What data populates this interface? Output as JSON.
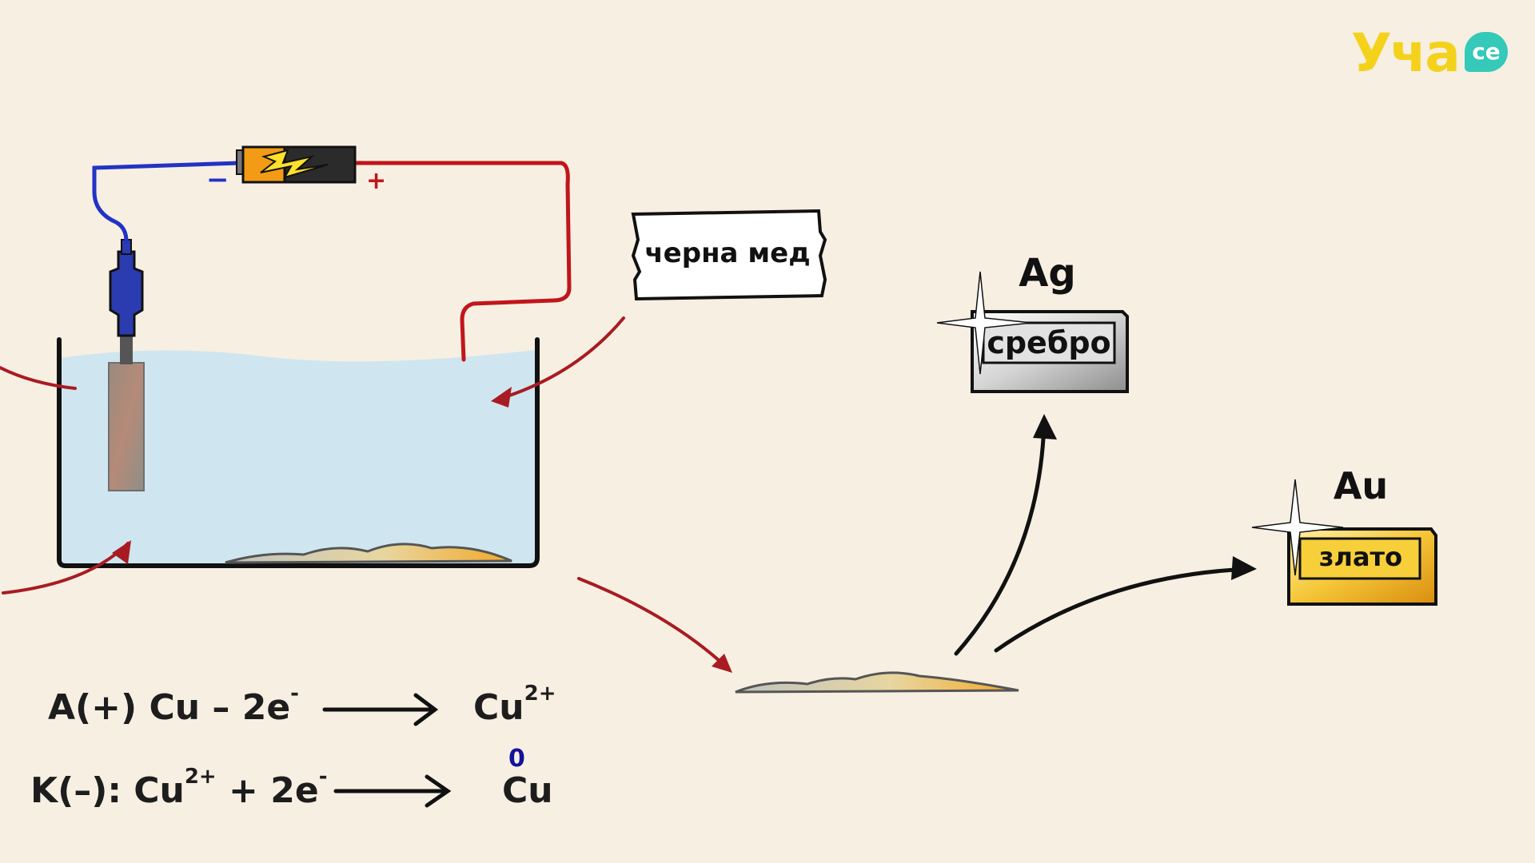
{
  "brand": {
    "logo_text": "Уча",
    "logo_suffix": "се"
  },
  "labels": {
    "black_copper": "черна мед",
    "silver_symbol": "Ag",
    "silver_name": "сребро",
    "gold_symbol": "Au",
    "gold_name": "злато"
  },
  "battery": {
    "negative": "−",
    "positive": "+"
  },
  "equations": {
    "anode": {
      "left": "A(+) Cu – 2e",
      "left_sup": "-",
      "right": "Cu",
      "right_sup": "2+"
    },
    "cathode": {
      "left": "K(–): Cu",
      "left_sup1": "2+",
      "left_mid": " + 2e",
      "left_sup2": "-",
      "right": "Cu",
      "oxidation_state": "0"
    }
  },
  "colors": {
    "background": "#f7efe2",
    "solution": "#cfe6f0",
    "wire_negative": "#2233c4",
    "wire_positive": "#c0161b",
    "arrow_red": "#a81b22",
    "silver": "#c8c8c8",
    "gold": "#f2b824"
  }
}
